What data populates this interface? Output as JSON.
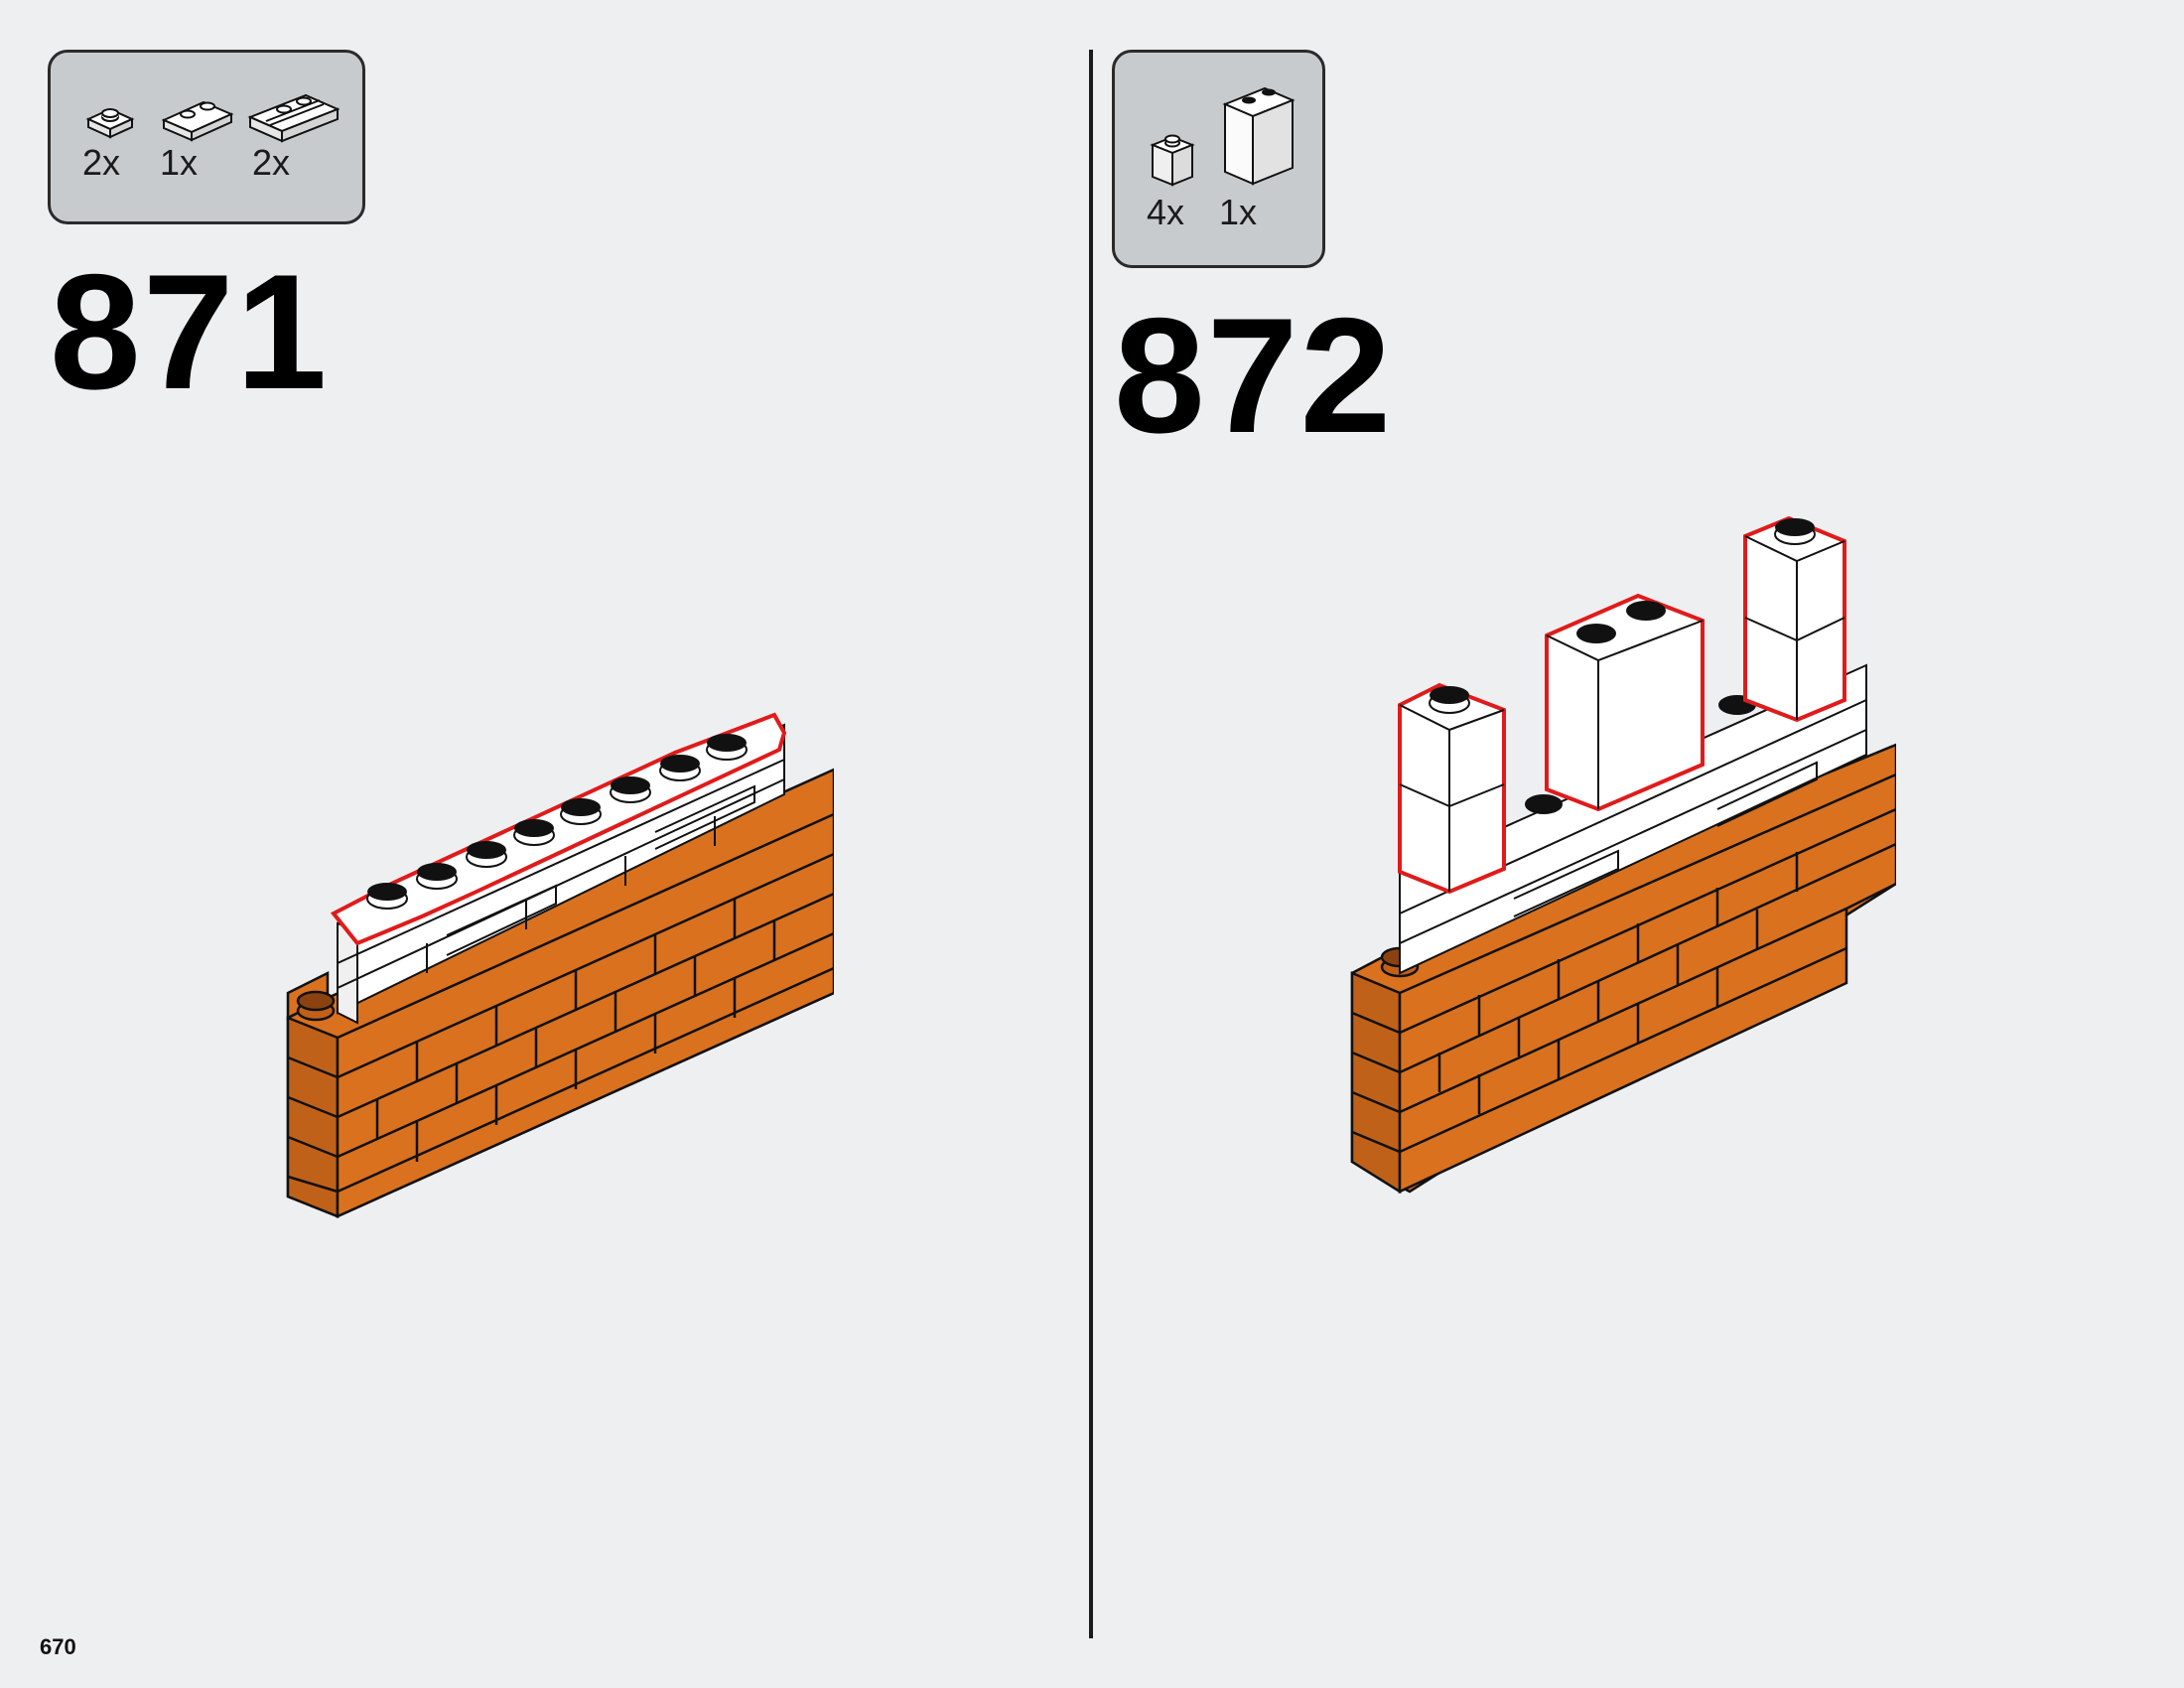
{
  "page_number": "670",
  "steps": [
    {
      "number": "871",
      "parts": [
        {
          "icon": "plate-1x1-white-icon",
          "qty": "2x"
        },
        {
          "icon": "plate-1x2-white-icon",
          "qty": "1x"
        },
        {
          "icon": "jumper-rail-plate-white-icon",
          "qty": "2x"
        }
      ]
    },
    {
      "number": "872",
      "parts": [
        {
          "icon": "brick-1x1-white-icon",
          "qty": "4x"
        },
        {
          "icon": "brick-1x2x2-white-icon",
          "qty": "1x"
        }
      ]
    }
  ],
  "colors": {
    "background": "#eeeff1",
    "parts_box": "#c8cbce",
    "brick_orange": "#d9711f",
    "highlight_red": "#e01b1b",
    "white_part": "#ffffff"
  }
}
